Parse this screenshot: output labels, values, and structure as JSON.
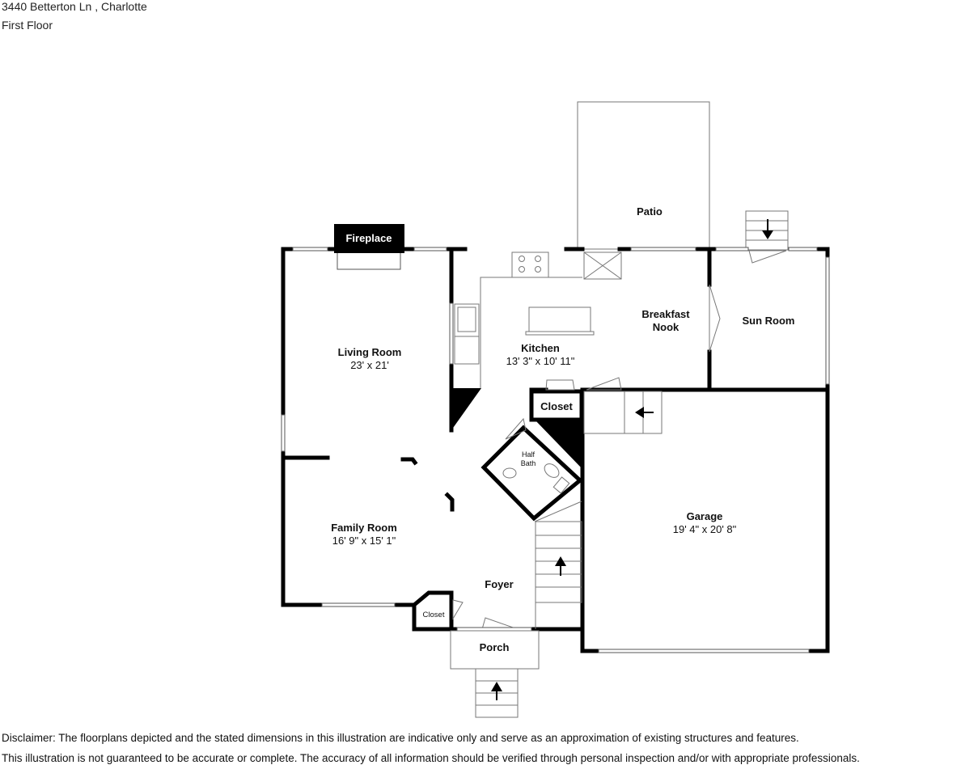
{
  "header": {
    "address": "3440 Betterton Ln , Charlotte",
    "floor": "First Floor"
  },
  "rooms": {
    "fireplace": "Fireplace",
    "patio": "Patio",
    "living_room": {
      "name": "Living Room",
      "dims": "23' x 21'"
    },
    "kitchen": {
      "name": "Kitchen",
      "dims": "13' 3\" x 10' 11\""
    },
    "breakfast_line1": "Breakfast",
    "breakfast_line2": "Nook",
    "sun_room": "Sun Room",
    "closet_upper": "Closet",
    "half_bath_line1": "Half",
    "half_bath_line2": "Bath",
    "family_room": {
      "name": "Family Room",
      "dims": "16' 9\" x 15' 1\""
    },
    "garage": {
      "name": "Garage",
      "dims": "19' 4\" x 20' 8\""
    },
    "foyer": "Foyer",
    "closet_lower": "Closet",
    "porch": "Porch"
  },
  "disclaimer": {
    "line1": "Disclaimer: The floorplans depicted and the stated dimensions in this illustration are indicative only and serve as an approximation of existing structures and features.",
    "line2": "This illustration is not guaranteed to be accurate or complete. The accuracy of all information should be verified through personal inspection and/or with appropriate professionals."
  },
  "icons": [
    "stair-arrow-icon",
    "toilet-icon",
    "sink-icon",
    "stove-icon"
  ]
}
